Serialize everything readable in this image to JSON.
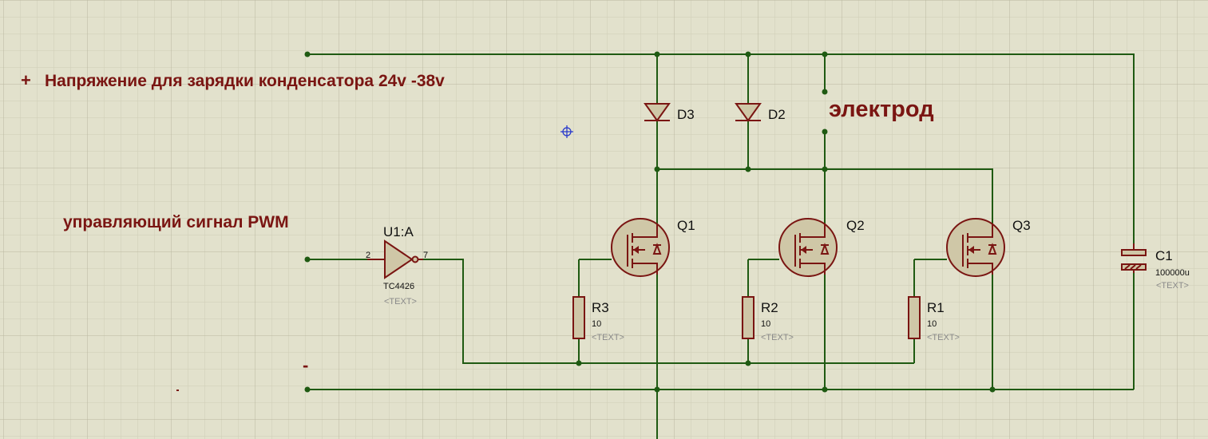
{
  "notes": {
    "plus_sign": "+",
    "charge_voltage": "Напряжение для зарядки конденсатора 24v -38v",
    "electrode": "электрод",
    "pwm_signal": "управляющий сигнал PWM",
    "minus_sign": "-"
  },
  "components": {
    "u1": {
      "ref": "U1:A",
      "part": "TC4426",
      "text": "<TEXT>",
      "pin_in": "2",
      "pin_out": "7"
    },
    "d3": {
      "ref": "D3"
    },
    "d2": {
      "ref": "D2"
    },
    "q1": {
      "ref": "Q1"
    },
    "q2": {
      "ref": "Q2"
    },
    "q3": {
      "ref": "Q3"
    },
    "r3": {
      "ref": "R3",
      "value": "10",
      "text": "<TEXT>"
    },
    "r2": {
      "ref": "R2",
      "value": "10",
      "text": "<TEXT>"
    },
    "r1": {
      "ref": "R1",
      "value": "10",
      "text": "<TEXT>"
    },
    "c1": {
      "ref": "C1",
      "value": "100000u",
      "text": "<TEXT>"
    }
  },
  "colors": {
    "background": "#e2e1cc",
    "grid_minor": "#cfcdb6",
    "grid_major": "#b9b7a0",
    "wire": "#1f5a12",
    "component": "#7a1512",
    "component_fill": "#cfc7a7",
    "annotation": "#7a1512",
    "cursor": "#2233cc"
  }
}
